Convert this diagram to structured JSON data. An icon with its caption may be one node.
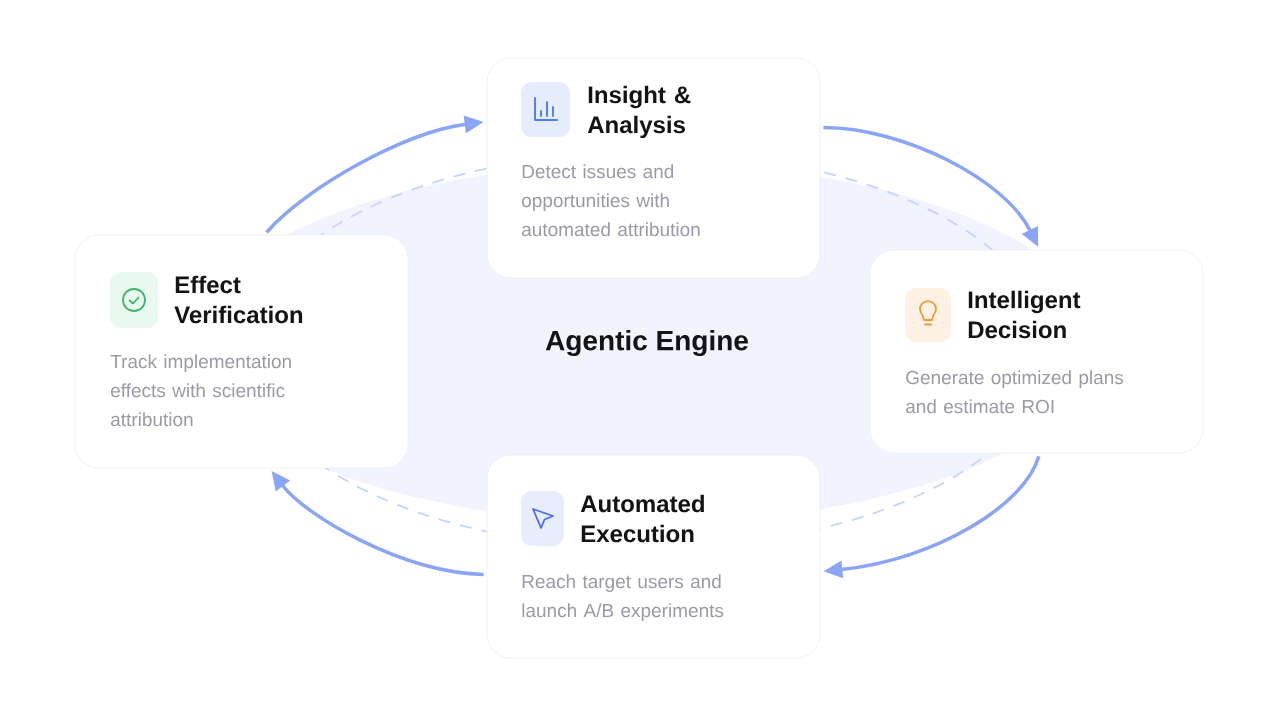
{
  "diagram": {
    "nodes": [
      {
        "text": [
          "Insight & Analysis",
          "Detect issues and opportunities with automated attribution"
        ]
      },
      {
        "text": [
          "Intelligent Decision",
          "Generate optimized plans and estimate ROI"
        ]
      },
      {
        "text": [
          "Automated Execution",
          "Reach target users and launch A/B experiments"
        ]
      },
      {
        "text": [
          "Effect Verification",
          "Track implementation effects with scientific attribution"
        ]
      },
      {
        "text": [
          "Agentic Engine"
        ]
      }
    ],
    "edges": [
      {
        "from": 3,
        "to": 0,
        "arrow": "to"
      },
      {
        "from": 0,
        "to": 1,
        "arrow": "to"
      },
      {
        "from": 1,
        "to": 2,
        "arrow": "to"
      },
      {
        "from": 2,
        "to": 3,
        "arrow": "to"
      }
    ]
  }
}
